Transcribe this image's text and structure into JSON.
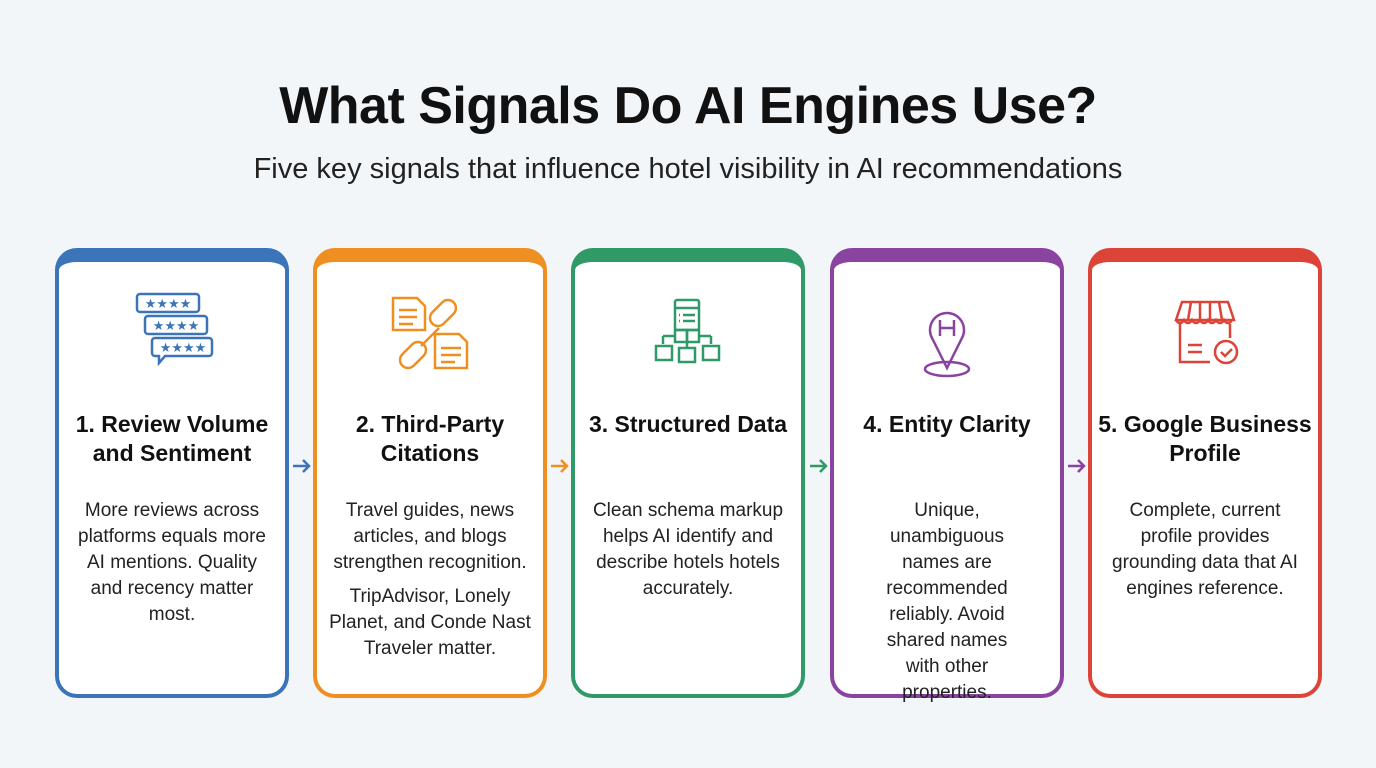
{
  "title": "What Signals Do AI Engines Use?",
  "subtitle": "Five key signals that influence hotel visibility in AI recommendations",
  "cards": [
    {
      "heading": "1. Review Volume and Sentiment",
      "body": [
        "More reviews across platforms equals more AI mentions. Quality and recency matter most."
      ],
      "color": "#3b74b8",
      "icon": "review-stars-icon"
    },
    {
      "heading": "2. Third-Party Citations",
      "body": [
        "Travel guides, news articles, and blogs strengthen recognition.",
        "TripAdvisor, Lonely Planet, and Conde Nast Traveler matter."
      ],
      "color": "#ef8f22",
      "icon": "link-documents-icon"
    },
    {
      "heading": "3. Structured Data",
      "body": [
        "Clean schema markup helps AI identify and describe hotels hotels accurately."
      ],
      "color": "#2f9a68",
      "icon": "schema-hierarchy-icon"
    },
    {
      "heading": "4. Entity Clarity",
      "body": [
        "Unique, unambiguous names are recommended reliably. Avoid shared names with other properties."
      ],
      "color": "#8a44a0",
      "icon": "hotel-location-pin-icon"
    },
    {
      "heading": "5. Google Business Profile",
      "body": [
        "Complete, current profile provides grounding data that AI engines reference."
      ],
      "color": "#dd4438",
      "icon": "verified-storefront-icon"
    }
  ]
}
